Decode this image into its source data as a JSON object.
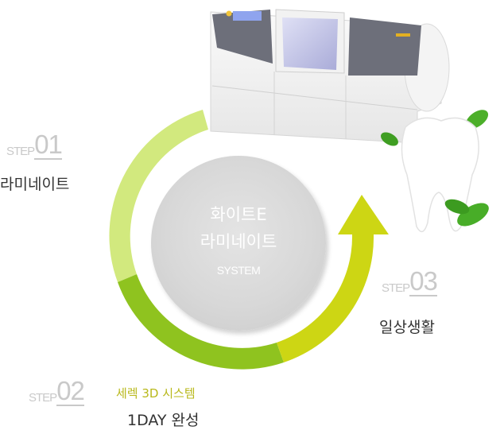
{
  "center": {
    "line1": "화이트E",
    "line2": "라미네이트",
    "line3": "SYSTEM"
  },
  "steps": [
    {
      "word": "STEP",
      "number": "01",
      "title": "라미네이트",
      "subtitle": ""
    },
    {
      "word": "STEP",
      "number": "02",
      "title": "1DAY 완성",
      "subtitle": "세렉 3D 시스템"
    },
    {
      "word": "STEP",
      "number": "03",
      "title": "일상생활",
      "subtitle": ""
    }
  ],
  "colors": {
    "ring_light": "#d2e97e",
    "ring_mid": "#8fc31f",
    "ring_arrow": "#cdd614",
    "step_gray": "#c9c9c9",
    "title_dark": "#333333",
    "subtitle_olive": "#b8b81a"
  },
  "images": {
    "machine": "cerec-milling-machine-illustration",
    "tooth": "white-tooth-with-mint-leaves-illustration"
  }
}
